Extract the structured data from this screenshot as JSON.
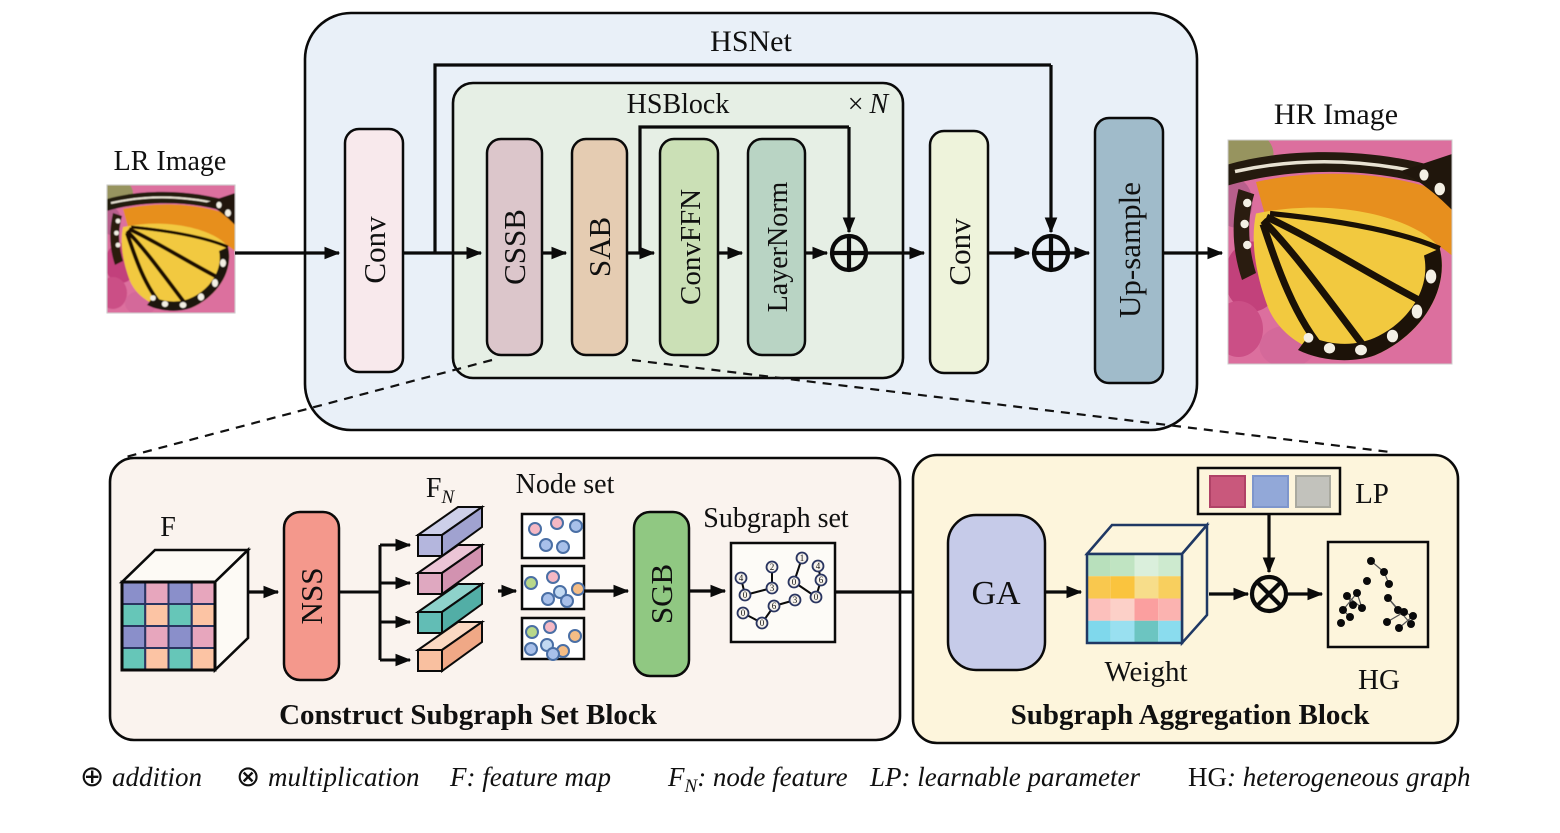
{
  "figure": {
    "hsnet_title": "HSNet",
    "hsblock_title": "HSBlock",
    "repeat_sign": "×",
    "repeat_var": "N",
    "lr_label": "LR Image",
    "hr_label": "HR Image",
    "blocks": {
      "conv_in": "Conv",
      "cssb": "CSSB",
      "sab": "SAB",
      "convffn": "ConvFFN",
      "layernorm": "LayerNorm",
      "conv_out": "Conv",
      "upsample": "Up-sample"
    }
  },
  "construct_block": {
    "title": "Construct Subgraph Set Block",
    "feature_map_label": "F",
    "node_feature_label": "F",
    "node_feature_sub": "N",
    "nss_label": "NSS",
    "node_set_label": "Node set",
    "sgb_label": "SGB",
    "subgraph_set_label": "Subgraph set",
    "subgraph_node_digits": [
      "4",
      "0",
      "2",
      "3",
      "0",
      "0",
      "6",
      "3",
      "1",
      "0",
      "4",
      "6",
      "0"
    ]
  },
  "aggregation_block": {
    "title": "Subgraph Aggregation Block",
    "ga_label": "GA",
    "weight_label": "Weight",
    "lp_label": "LP",
    "hg_label": "HG"
  },
  "legend": {
    "addition_symbol": "⊕",
    "addition_text": "addition",
    "multiplication_symbol": "⊗",
    "multiplication_text": "multiplication",
    "f_term": "F",
    "f_desc": ": feature map",
    "fn_term": "F",
    "fn_sub": "N",
    "fn_desc": ": node feature",
    "lp_term": "LP",
    "lp_desc": ": learnable parameter",
    "hg_term": "HG",
    "hg_desc": ": heterogeneous graph"
  },
  "colors": {
    "outer_box": "#e9f0f8",
    "hsblock_box": "#e6efe5",
    "conv_in": "#f8e9ec",
    "cssb": "#dcc6cb",
    "sab": "#e5ccb2",
    "convffn": "#cbe0b6",
    "layernorm": "#b9d4c4",
    "conv_out": "#eef3db",
    "upsample": "#a0bbca",
    "left_box": "#faf3ee",
    "right_box": "#fdf5dc",
    "nss": "#f4988c",
    "sgb": "#90c882",
    "ga": "#c6cbe9",
    "cube_purple": "#8a8fca",
    "cube_pink": "#e7a6bd",
    "cube_teal": "#66c6b8",
    "cube_peach": "#fcc4a4",
    "lp_red": "#c9587c",
    "lp_blue": "#92a8d8",
    "lp_gray": "#c2c2bc",
    "weight_outline": "#1f3864"
  }
}
